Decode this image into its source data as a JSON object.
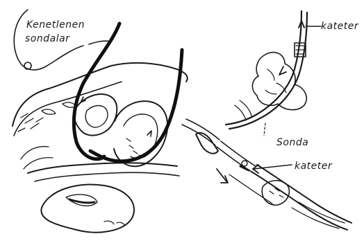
{
  "labels": {
    "top_left_line1": "Kenetlenen",
    "top_left_line2": "sondalar",
    "top_right": "kateter",
    "middle_right": "Sonda",
    "bottom_right": "kateter"
  },
  "colors": {
    "ink": "#1a1a1a",
    "background": "#ffffff"
  }
}
